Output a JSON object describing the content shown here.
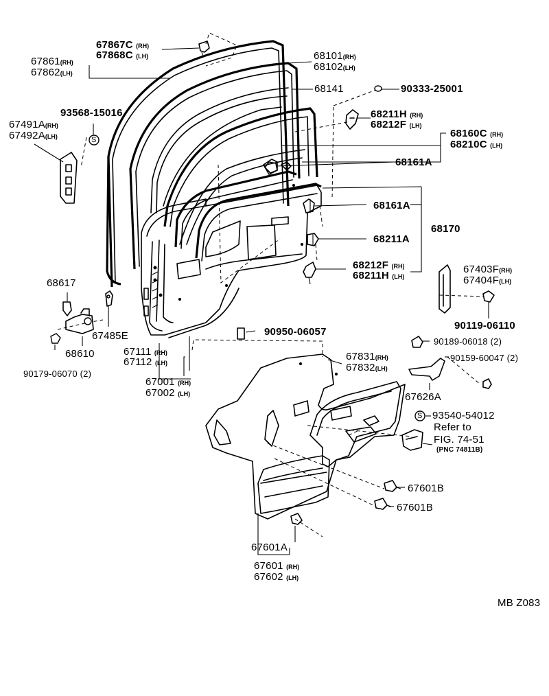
{
  "labels": {
    "p67867c": "67867C",
    "p67867c_s": "(RH)",
    "p67868c": "67868C",
    "p67868c_s": "(LH)",
    "p67861": "67861",
    "p67861_s": "(RH)",
    "p67862": "67862",
    "p67862_s": "(LH)",
    "p68101": "68101",
    "p68101_s": "(RH)",
    "p68102": "68102",
    "p68102_s": "(LH)",
    "p68141": "68141",
    "p90333": "90333-25001",
    "p93568": "93568-15016",
    "p67491a": "67491A",
    "p67491a_s": "(RH)",
    "p67492a": "67492A",
    "p67492a_s": "(LH)",
    "p68211h_top": "68211H",
    "p68211h_top_s": "(RH)",
    "p68212f_top": "68212F",
    "p68212f_top_s": "(LH)",
    "p68160c": "68160C",
    "p68160c_s": "(RH)",
    "p68210c": "68210C",
    "p68210c_s": "(LH)",
    "p68161a_top": "68161A",
    "p68161a_mid": "68161A",
    "p68170": "68170",
    "p68211a": "68211A",
    "p68212f_bot": "68212F",
    "p68212f_bot_s": "(RH)",
    "p68211h_bot": "68211H",
    "p68211h_bot_s": "(LH)",
    "p67403f": "67403F",
    "p67403f_s": "(RH)",
    "p67404f": "67404F",
    "p67404f_s": "(LH)",
    "p90119": "90119-06110",
    "p68617": "68617",
    "p67485e": "67485E",
    "p68610": "68610",
    "p90179": "90179-06070 (2)",
    "p90950": "90950-06057",
    "p67111": "67111",
    "p67111_s": "(RH)",
    "p67112": "67112",
    "p67112_s": "(LH)",
    "p67001": "67001",
    "p67001_s": "(RH)",
    "p67002": "67002",
    "p67002_s": "(LH)",
    "p90189": "90189-06018 (2)",
    "p67831": "67831",
    "p67831_s": "(RH)",
    "p67832": "67832",
    "p67832_s": "(LH)",
    "p90159": "90159-60047 (2)",
    "p67626a": "67626A",
    "p93540": "93540-54012",
    "ref1": "Refer to",
    "ref2": "FIG. 74-51",
    "ref3": "(PNC 74811B)",
    "p67601b_1": "67601B",
    "p67601b_2": "67601B",
    "p67601a": "67601A",
    "p67601": "67601",
    "p67601_s": "(RH)",
    "p67602": "67602",
    "p67602_s": "(LH)",
    "code": "MB  Z083"
  },
  "glyphs": {
    "s_symbol": "S"
  }
}
